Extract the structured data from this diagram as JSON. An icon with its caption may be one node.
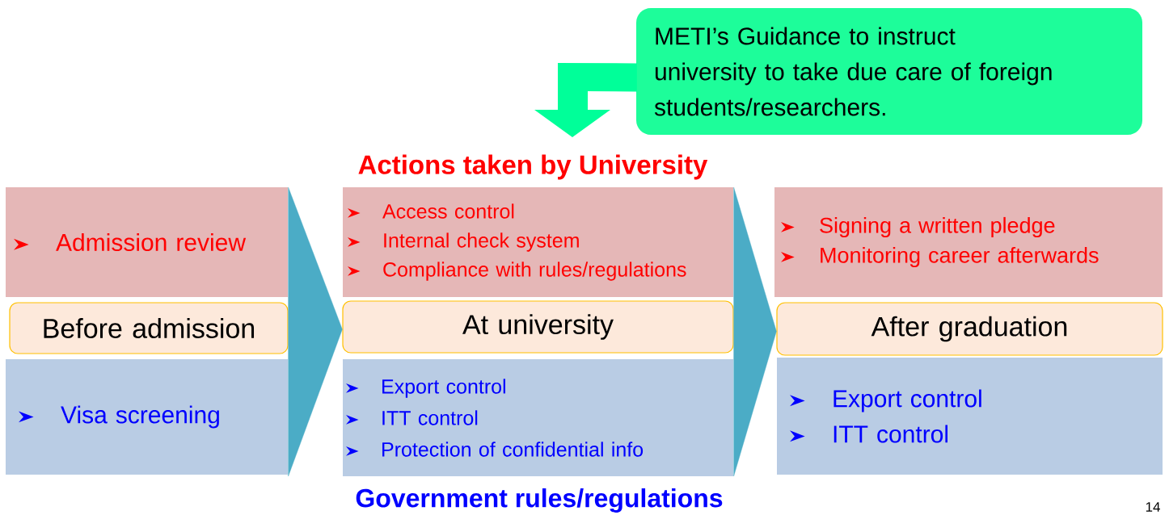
{
  "diagram": {
    "nodes": [
      {
        "text": [
          "METI’s Guidance  to instruct university to take due care of foreign students/researchers."
        ]
      },
      {
        "text": [
          "Admission review"
        ]
      },
      {
        "text": [
          "Before admission"
        ]
      },
      {
        "text": [
          "Visa screening"
        ]
      },
      {
        "text": [
          "Access control",
          "Internal check system",
          "Compliance with rules/regulations"
        ]
      },
      {
        "text": [
          "At university"
        ]
      },
      {
        "text": [
          "Export control",
          "ITT control",
          "Protection of confidential info"
        ]
      },
      {
        "text": [
          "Signing a written pledge",
          "Monitoring career afterwards"
        ]
      },
      {
        "text": [
          "After graduation"
        ]
      },
      {
        "text": [
          "Export control",
          "ITT control"
        ]
      }
    ],
    "edges": [
      {
        "from": 2,
        "to": 5,
        "arrow": "to"
      },
      {
        "from": 5,
        "to": 8,
        "arrow": "to"
      },
      {
        "from": 0,
        "to": null,
        "arrow": "to",
        "color": "#00ff99"
      }
    ],
    "labels": [
      "Actions taken by University",
      "Government rules/regulations",
      "14"
    ]
  }
}
